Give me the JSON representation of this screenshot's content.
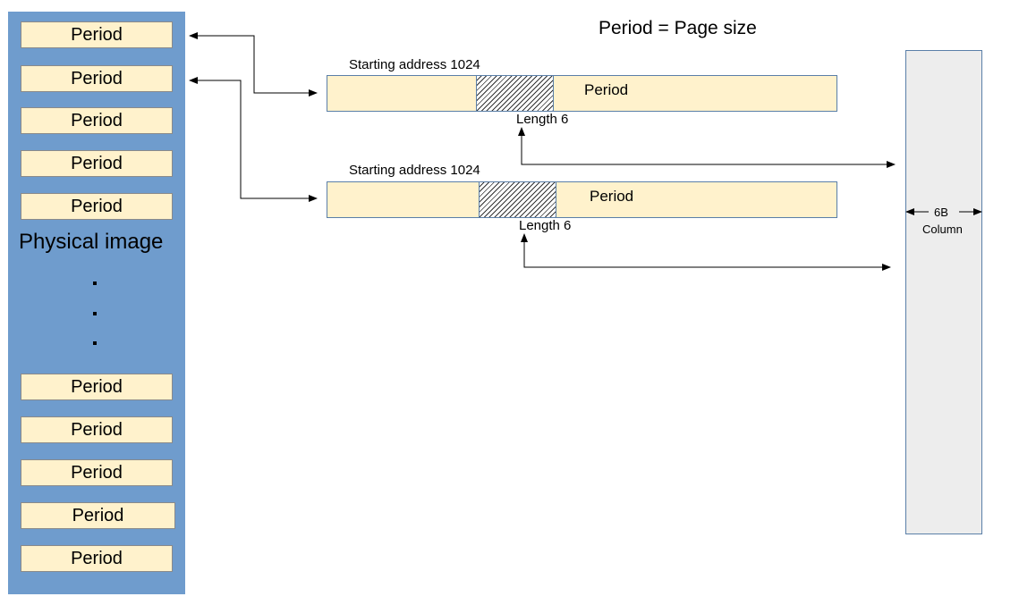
{
  "title": "Period = Page size",
  "physical_image": {
    "label": "Physical image",
    "top_periods": [
      "Period",
      "Period",
      "Period",
      "Period",
      "Period"
    ],
    "bottom_periods": [
      "Period",
      "Period",
      "Period",
      "Period",
      "Period"
    ]
  },
  "bars": [
    {
      "start_label": "Starting address 1024",
      "period_label": "Period",
      "length_label": "Length 6"
    },
    {
      "start_label": "Starting address 1024",
      "period_label": "Period",
      "length_label": "Length 6"
    }
  ],
  "column": {
    "size_label": "6B",
    "name": "Column"
  },
  "colors": {
    "physical_bg": "#6f9ccd",
    "period_fill": "#fff2cc",
    "column_fill": "#ededed"
  }
}
